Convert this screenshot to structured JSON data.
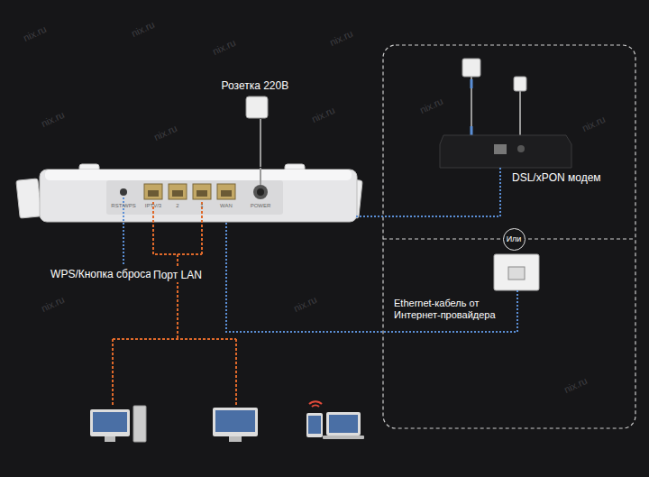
{
  "diagram": {
    "nodes": [
      {
        "text": [
          "Розетка 220В"
        ]
      },
      {
        "text": [
          "RST/WPS",
          "IPTV/3",
          "2",
          "1",
          "WAN",
          "POWER"
        ]
      },
      {
        "text": [
          "DSL/xPON модем"
        ]
      },
      {
        "text": [
          "Или"
        ]
      },
      {
        "text": [
          "Ethernet-кабель от Интернет-провайдера"
        ]
      }
    ],
    "edges": [
      {
        "from": 0,
        "to": 1,
        "arrow": "none"
      },
      {
        "from": 2,
        "to": 1,
        "arrow": "none"
      },
      {
        "from": 4,
        "to": 1,
        "arrow": "none"
      }
    ],
    "labels": [
      "WPS/Кнопка сброса",
      "Порт LAN",
      "nix.ru",
      "nix.ru",
      "nix.ru",
      "nix.ru",
      "nix.ru",
      "nix.ru",
      "nix.ru",
      "nix.ru",
      "nix.ru",
      "nix.ru",
      "nix.ru",
      "nix.ru"
    ]
  }
}
